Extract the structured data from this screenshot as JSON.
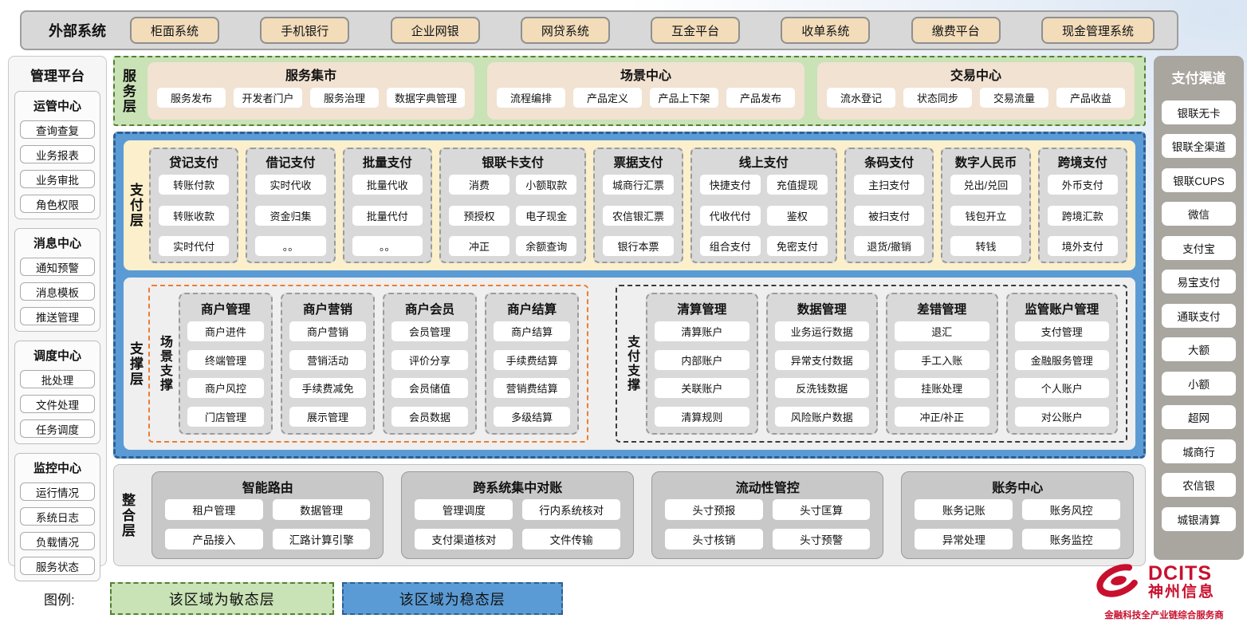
{
  "external": {
    "label": "外部系统",
    "systems": [
      "柜面系统",
      "手机银行",
      "企业网银",
      "网贷系统",
      "互金平台",
      "收单系统",
      "缴费平台",
      "现金管理系统"
    ]
  },
  "management": {
    "title": "管理平台",
    "groups": [
      {
        "title": "运管中心",
        "items": [
          "查询查复",
          "业务报表",
          "业务审批",
          "角色权限"
        ]
      },
      {
        "title": "消息中心",
        "items": [
          "通知预警",
          "消息模板",
          "推送管理"
        ]
      },
      {
        "title": "调度中心",
        "items": [
          "批处理",
          "文件处理",
          "任务调度"
        ]
      },
      {
        "title": "监控中心",
        "items": [
          "运行情况",
          "系统日志",
          "负载情况",
          "服务状态"
        ]
      }
    ]
  },
  "service_layer": {
    "label": "服务层",
    "panels": [
      {
        "title": "服务集市",
        "items": [
          "服务发布",
          "开发者门户",
          "服务治理",
          "数据字典管理"
        ]
      },
      {
        "title": "场景中心",
        "items": [
          "流程编排",
          "产品定义",
          "产品上下架",
          "产品发布"
        ]
      },
      {
        "title": "交易中心",
        "items": [
          "流水登记",
          "状态同步",
          "交易流量",
          "产品收益"
        ]
      }
    ]
  },
  "payment_layer": {
    "label": "支付层",
    "categories": [
      {
        "title": "贷记支付",
        "items": [
          "转账付款",
          "转账收款",
          "实时代付"
        ]
      },
      {
        "title": "借记支付",
        "items": [
          "实时代收",
          "资金归集",
          "。。"
        ]
      },
      {
        "title": "批量支付",
        "items": [
          "批量代收",
          "批量代付",
          "。。"
        ]
      },
      {
        "title": "银联卡支付",
        "items": [
          "消费",
          "小额取款",
          "预授权",
          "电子现金",
          "冲正",
          "余额查询"
        ]
      },
      {
        "title": "票据支付",
        "items": [
          "城商行汇票",
          "农信银汇票",
          "银行本票"
        ]
      },
      {
        "title": "线上支付",
        "items": [
          "快捷支付",
          "充值提现",
          "代收代付",
          "鉴权",
          "组合支付",
          "免密支付"
        ]
      },
      {
        "title": "条码支付",
        "items": [
          "主扫支付",
          "被扫支付",
          "退货/撤销"
        ]
      },
      {
        "title": "数字人民币",
        "items": [
          "兑出/兑回",
          "钱包开立",
          "转钱"
        ]
      },
      {
        "title": "跨境支付",
        "items": [
          "外币支付",
          "跨境汇款",
          "境外支付"
        ]
      }
    ]
  },
  "support_layer": {
    "label": "支撑层",
    "regions": [
      {
        "label": "场景支撑",
        "columns": [
          {
            "title": "商户管理",
            "items": [
              "商户进件",
              "终端管理",
              "商户风控",
              "门店管理"
            ]
          },
          {
            "title": "商户营销",
            "items": [
              "商户营销",
              "营销活动",
              "手续费减免",
              "展示管理"
            ]
          },
          {
            "title": "商户会员",
            "items": [
              "会员管理",
              "评价分享",
              "会员储值",
              "会员数据"
            ]
          },
          {
            "title": "商户结算",
            "items": [
              "商户结算",
              "手续费结算",
              "营销费结算",
              "多级结算"
            ]
          }
        ]
      },
      {
        "label": "支付支撑",
        "columns": [
          {
            "title": "清算管理",
            "items": [
              "清算账户",
              "内部账户",
              "关联账户",
              "清算规则"
            ]
          },
          {
            "title": "数据管理",
            "items": [
              "业务运行数据",
              "异常支付数据",
              "反洗钱数据",
              "风险账户数据"
            ]
          },
          {
            "title": "差错管理",
            "items": [
              "退汇",
              "手工入账",
              "挂账处理",
              "冲正/补正"
            ]
          },
          {
            "title": "监管账户管理",
            "items": [
              "支付管理",
              "金融服务管理",
              "个人账户",
              "对公账户"
            ]
          }
        ]
      }
    ]
  },
  "integration_layer": {
    "label": "整合层",
    "panels": [
      {
        "title": "智能路由",
        "items": [
          "租户管理",
          "数据管理",
          "产品接入",
          "汇路计算引擎"
        ]
      },
      {
        "title": "跨系统集中对账",
        "items": [
          "管理调度",
          "行内系统核对",
          "支付渠道核对",
          "文件传输"
        ]
      },
      {
        "title": "流动性管控",
        "items": [
          "头寸预报",
          "头寸匡算",
          "头寸核销",
          "头寸预警"
        ]
      },
      {
        "title": "账务中心",
        "items": [
          "账务记账",
          "账务风控",
          "异常处理",
          "账务监控"
        ]
      }
    ]
  },
  "channels": {
    "title": "支付渠道",
    "items": [
      "银联无卡",
      "银联全渠道",
      "银联CUPS",
      "微信",
      "支付宝",
      "易宝支付",
      "通联支付",
      "大额",
      "小额",
      "超网",
      "城商行",
      "农信银",
      "城银清算"
    ]
  },
  "legend": {
    "label": "图例:",
    "agile": "该区域为敏态层",
    "stable": "该区域为稳态层"
  },
  "logo": {
    "brand": "DCITS",
    "name": "神州信息",
    "tagline": "金融科技全产业链综合服务商"
  },
  "colors": {
    "agile_green": "#c9e2b6",
    "agile_green_border": "#538135",
    "stable_blue": "#5b9bd5",
    "stable_blue_border": "#2e5f93",
    "payment_yellow": "#fbf0cb",
    "category_gray": "#d9d9d9",
    "external_tan": "#f2dcba",
    "scene_support_accent": "#ed7d31",
    "brand_red": "#c8102e"
  }
}
